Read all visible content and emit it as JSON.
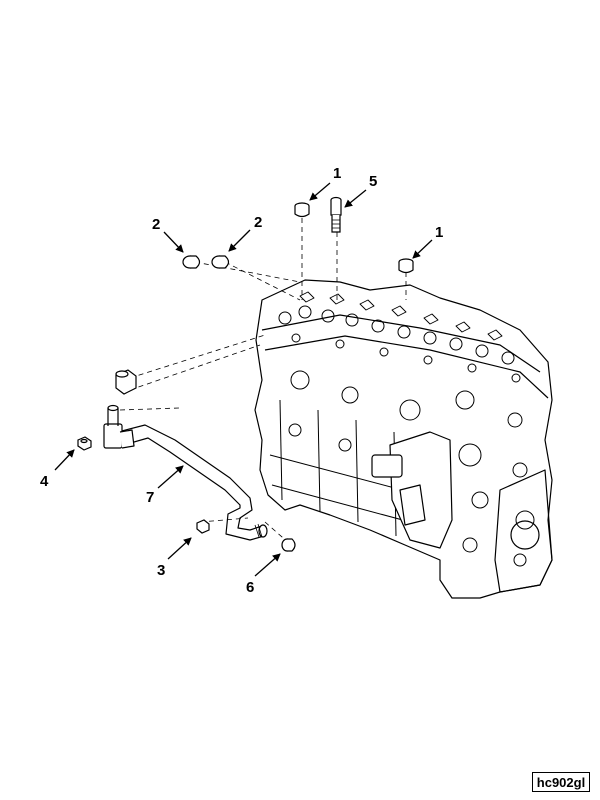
{
  "figure": {
    "reference_code": "hc902gl",
    "callouts": [
      "1",
      "5",
      "2",
      "2",
      "1",
      "4",
      "7",
      "3",
      "6"
    ]
  }
}
